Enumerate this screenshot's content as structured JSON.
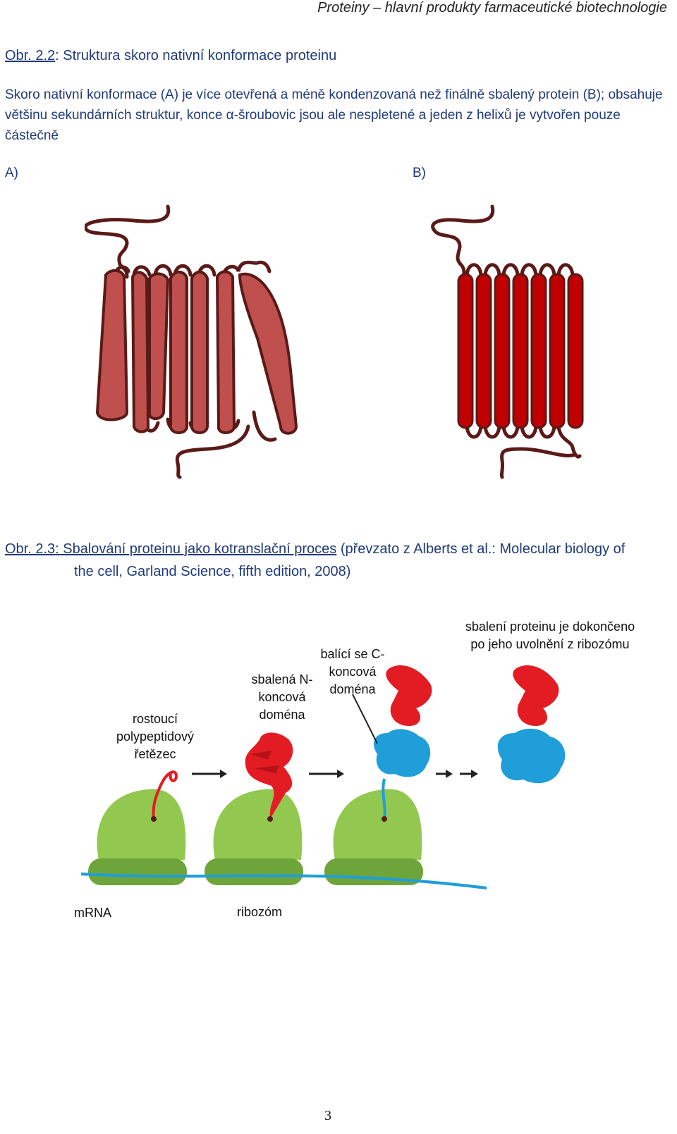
{
  "header": {
    "running_title": "Proteiny – hlavní produkty farmaceutické biotechnologie"
  },
  "figure1": {
    "number": "Obr. 2.2",
    "title": ": Struktura skoro nativní konformace proteinu",
    "description": "Skoro nativní konformace (A) je více otevřená a méně kondenzovaná než finálně sbalený protein (B); obsahuje většinu sekundárních struktur, konce α-šroubovic jsou ale nespletené a jeden z helixů je vytvořen pouze částečně",
    "panel_a_label": "A)",
    "panel_b_label": "B)",
    "colors": {
      "panel_a_helix": "#c0504d",
      "panel_b_helix": "#c00000"
    }
  },
  "figure2": {
    "number": "Obr. 2.3",
    "title": ": Sbalování proteinu jako kotranslační proces",
    "source_line1": " (převzato z Alberts et al.: Molecular biology of",
    "source_line2": "the cell, Garland Science, fifth edition, 2008)",
    "labels": {
      "growing_chain": [
        "rostoucí",
        "polypeptidový",
        "řetězec"
      ],
      "n_domain": [
        "sbalená N-",
        "koncová",
        "doména"
      ],
      "c_domain": [
        "balící se C-",
        "koncová",
        "doména"
      ],
      "released": [
        "sbalení proteinu je dokončeno",
        "po jeho uvolnění z ribozómu"
      ],
      "mrna": "mRNA",
      "ribosome": "ribozóm"
    },
    "colors": {
      "ribosome": "#92c84f",
      "mrna": "#1f9ed9",
      "n_domain": "#e31c23",
      "c_domain": "#1f9ed9"
    }
  },
  "page_number": "3"
}
